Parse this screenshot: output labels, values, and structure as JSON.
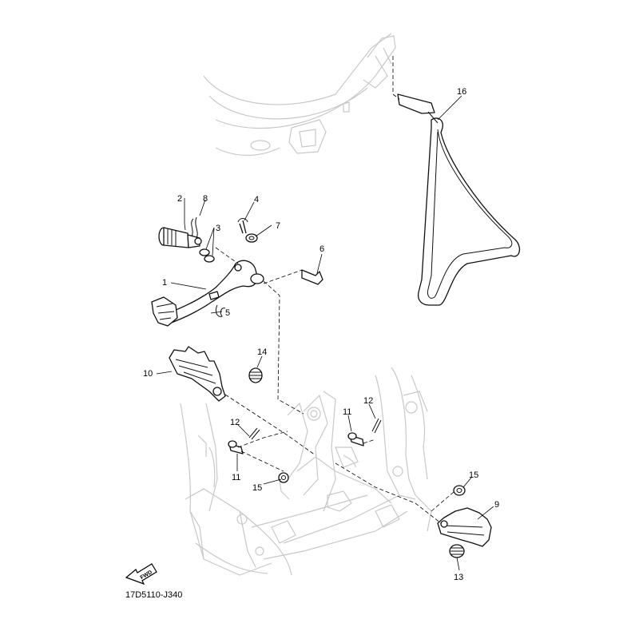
{
  "diagram": {
    "part_labels": {
      "p1": "1",
      "p2": "2",
      "p3": "3",
      "p4": "4",
      "p5": "5",
      "p6": "6",
      "p7": "7",
      "p8": "8",
      "p9": "9",
      "p10": "10",
      "p11a": "11",
      "p11b": "11",
      "p12a": "12",
      "p12b": "12",
      "p13": "13",
      "p14": "14",
      "p15a": "15",
      "p15b": "15",
      "p16": "16"
    },
    "fwd_label": "FWD",
    "drawing_code": "17D5110-J340"
  }
}
